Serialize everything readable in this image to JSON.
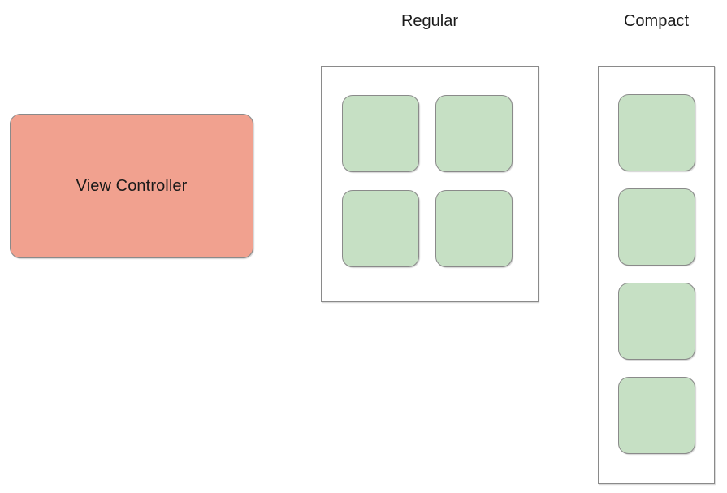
{
  "diagram": {
    "title_text": "",
    "background": "#ffffff",
    "colors": {
      "node_fill": "#f1a18f",
      "cell_fill": "#c6e0c4",
      "container_fill": "#ffffff",
      "stroke": "#8a8a8a",
      "text": "#1a1a1a"
    },
    "nodes": [
      {
        "id": "view-controller",
        "label": "View Controller",
        "shape": "rounded-rectangle",
        "fill": "#f1a18f"
      }
    ],
    "columns": [
      {
        "id": "regular",
        "heading": "Compact",
        "layout": "grid",
        "rows": 2,
        "cols": 2,
        "cell_count": 4
      }
    ],
    "regular": {
      "heading": "Regular",
      "layout": "grid-2x2",
      "cell_count": 4,
      "cells": [
        {
          "id": "regular-cell-1",
          "label": ""
        },
        {
          "id": "regular-cell-2",
          "label": ""
        },
        {
          "id": "regular-cell-3",
          "label": ""
        },
        {
          "id": "regular-cell-4",
          "label": ""
        }
      ]
    },
    "compact": {
      "heading": "Compact",
      "layout": "stack-vertical",
      "cell_count": 4,
      "cells": [
        {
          "id": "compact-cell-1",
          "label": ""
        },
        {
          "id": "compact-cell-2",
          "label": ""
        },
        {
          "id": "compact-cell-3",
          "label": ""
        },
        {
          "id": "compact-cell-4",
          "label": ""
        }
      ]
    }
  }
}
